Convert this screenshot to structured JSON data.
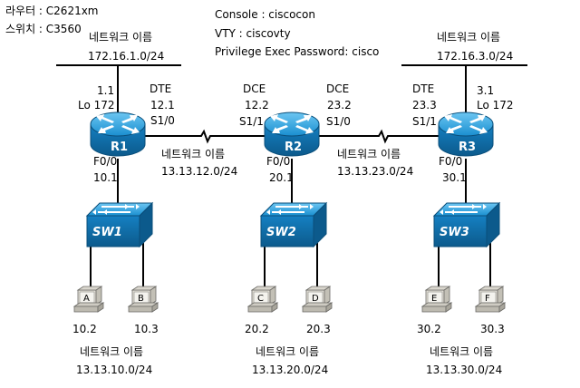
{
  "legend": {
    "router": "라우터 : C2621xm",
    "switch": "스위치 : C3560"
  },
  "passwords": {
    "console": "Console : ciscocon",
    "vty": "VTY : ciscovty",
    "exec": "Privilege Exec Password: cisco"
  },
  "routers": [
    {
      "name": "R1",
      "lan_label": "네트워크 이름",
      "lan_net": "172.16.1.0/24",
      "lo_host": "1.1",
      "lo_name": "Lo 172",
      "serial_role": "DTE",
      "serial_host": "12.1",
      "serial_if": "S1/0",
      "f_if": "F0/0",
      "f_host": "10.1"
    },
    {
      "name": "R2",
      "left_role": "DCE",
      "left_host": "12.2",
      "left_if": "S1/1",
      "right_role": "DCE",
      "right_host": "23.2",
      "right_if": "S1/0",
      "f_if": "F0/0",
      "f_host": "20.1"
    },
    {
      "name": "R3",
      "lan_label": "네트워크 이름",
      "lan_net": "172.16.3.0/24",
      "lo_host": "3.1",
      "lo_name": "Lo 172",
      "serial_role": "DTE",
      "serial_host": "23.3",
      "serial_if": "S1/1",
      "f_if": "F0/0",
      "f_host": "30.1"
    }
  ],
  "wan_links": [
    {
      "label": "네트워크 이름",
      "net": "13.13.12.0/24"
    },
    {
      "label": "네트워크 이름",
      "net": "13.13.23.0/24"
    }
  ],
  "switches": [
    "SW1",
    "SW2",
    "SW3"
  ],
  "pcs": [
    {
      "letter": "A",
      "ip": "10.2"
    },
    {
      "letter": "B",
      "ip": "10.3"
    },
    {
      "letter": "C",
      "ip": "20.2"
    },
    {
      "letter": "D",
      "ip": "20.3"
    },
    {
      "letter": "E",
      "ip": "30.2"
    },
    {
      "letter": "F",
      "ip": "30.3"
    }
  ],
  "lans": [
    {
      "label": "네트워크 이름",
      "net": "13.13.10.0/24"
    },
    {
      "label": "네트워크 이름",
      "net": "13.13.20.0/24"
    },
    {
      "label": "네트워크 이름",
      "net": "13.13.30.0/24"
    }
  ],
  "colors": {
    "device": "#1a8fd0",
    "device_dark": "#0d5f93",
    "switch": "#1890d6",
    "cable": "#000000",
    "pc": "#d0cdc4"
  }
}
